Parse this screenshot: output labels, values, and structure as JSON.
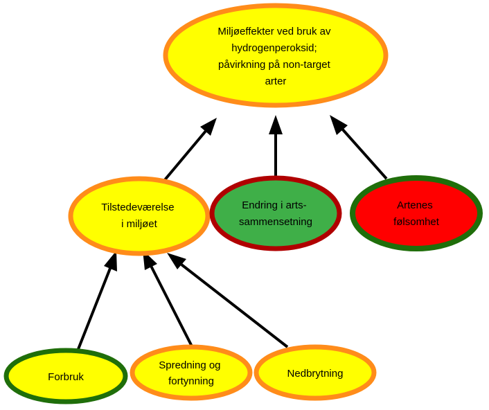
{
  "colors": {
    "yellow": "#FFFF00",
    "orange": "#FF8C1A",
    "dark_green": "#1F6E0A",
    "green": "#3FAF48",
    "dark_red": "#B00000",
    "red": "#FF0000",
    "arrow": "#000000"
  },
  "nodes": {
    "top": {
      "lines": [
        "Miljøeffekter ved bruk av",
        "hydrogenperoksid;",
        "påvirkning på non-target",
        "arter"
      ]
    },
    "presence": {
      "lines": [
        "Tilstedeværelse",
        "i miljøet"
      ]
    },
    "composition": {
      "lines": [
        "Endring i arts-",
        "sammensetning"
      ]
    },
    "sensitivity": {
      "lines": [
        "Artenes",
        "følsomhet"
      ]
    },
    "usage": {
      "lines": [
        "Forbruk"
      ]
    },
    "spread": {
      "lines": [
        "Spredning og",
        "fortynning"
      ]
    },
    "degradation": {
      "lines": [
        "Nedbrytning"
      ]
    }
  }
}
